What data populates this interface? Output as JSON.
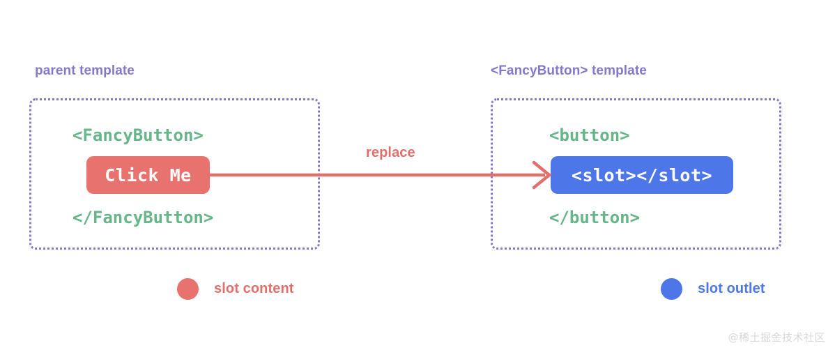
{
  "diagram": {
    "title_hidden": "Vue slot content and outlet diagram",
    "colors": {
      "purple": "#8678c9",
      "green": "#66b68a",
      "coral": "#e8726e",
      "blue": "#4d76e8",
      "background": "#ffffff",
      "watermark": "#d8d8d8"
    },
    "panels": [
      {
        "title": "parent template",
        "code_open": "<FancyButton>",
        "code_close": "</FancyButton>",
        "pill_label": "Click Me",
        "pill_color": "#e8726e"
      },
      {
        "title": "<FancyButton> template",
        "code_open": "<button>",
        "code_close": "</button>",
        "pill_label": "<slot></slot>",
        "pill_color": "#4d76e8"
      }
    ],
    "arrow": {
      "label": "replace",
      "color": "#e1706c",
      "direction": "left-to-right"
    },
    "legend": [
      {
        "label": "slot content",
        "color": "#e8726e"
      },
      {
        "label": "slot outlet",
        "color": "#4d76e8"
      }
    ],
    "watermark": "@稀土掘金技术社区"
  }
}
